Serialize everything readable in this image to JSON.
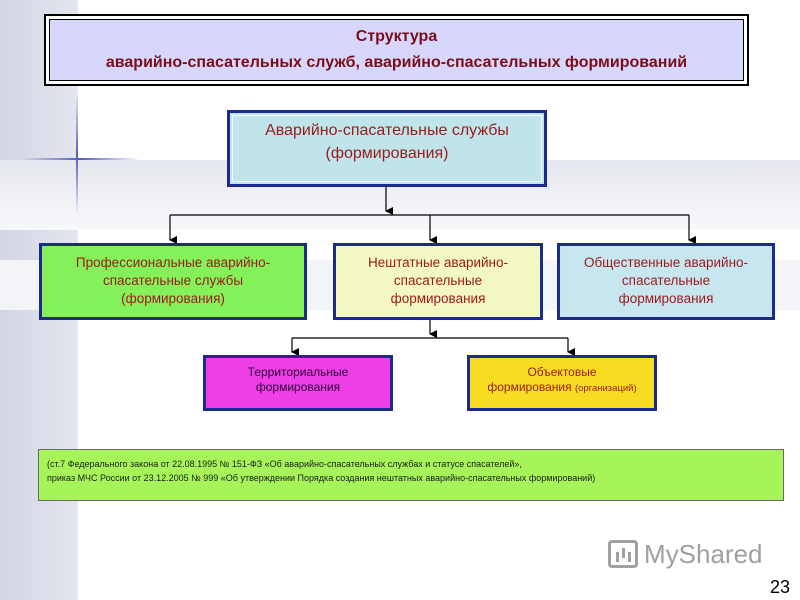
{
  "title": {
    "line1": "Структура",
    "line2": "аварийно-спасательных служб, аварийно-спасательных формирований"
  },
  "nodes": {
    "root": {
      "line1": "Аварийно-спасательные службы",
      "line2": "(формирования)"
    },
    "professional": {
      "line1": "Профессиональные аварийно-",
      "line2": "спасательные службы",
      "line3": "(формирования)"
    },
    "nonstaff": {
      "line1": "Нештатные аварийно-",
      "line2": "спасательные",
      "line3": "формирования"
    },
    "public": {
      "line1": "Общественные аварийно-",
      "line2": "спасательные",
      "line3": "формирования"
    },
    "territorial": {
      "line1": "Территориальные",
      "line2": "формирования"
    },
    "object": {
      "line1": "Объектовые",
      "line2": "формирования",
      "line2_small": "(организаций)"
    }
  },
  "legal_note": {
    "line1": "(ст.7 Федерального закона от 22.08.1995 № 151-ФЗ «Об аварийно-спасательных службах и статусе спасателей»,",
    "line2": "приказ МЧС России от 23.12.2005 № 999 «Об утверждении Порядка создания нештатных аварийно-спасательных формирований)"
  },
  "watermark": "MyShared",
  "page_number": "23",
  "colors": {
    "title_bg": "#d7d7fb",
    "root_bg": "#bfe5ea",
    "professional_bg": "#84f05a",
    "nonstaff_bg": "#f2f7c4",
    "public_bg": "#c7e6f0",
    "territorial_bg": "#ee3ee6",
    "object_bg": "#f7dc23",
    "note_bg": "#a6f45a",
    "border": "#1b2a8c",
    "text_red": "#9b1b1b"
  }
}
